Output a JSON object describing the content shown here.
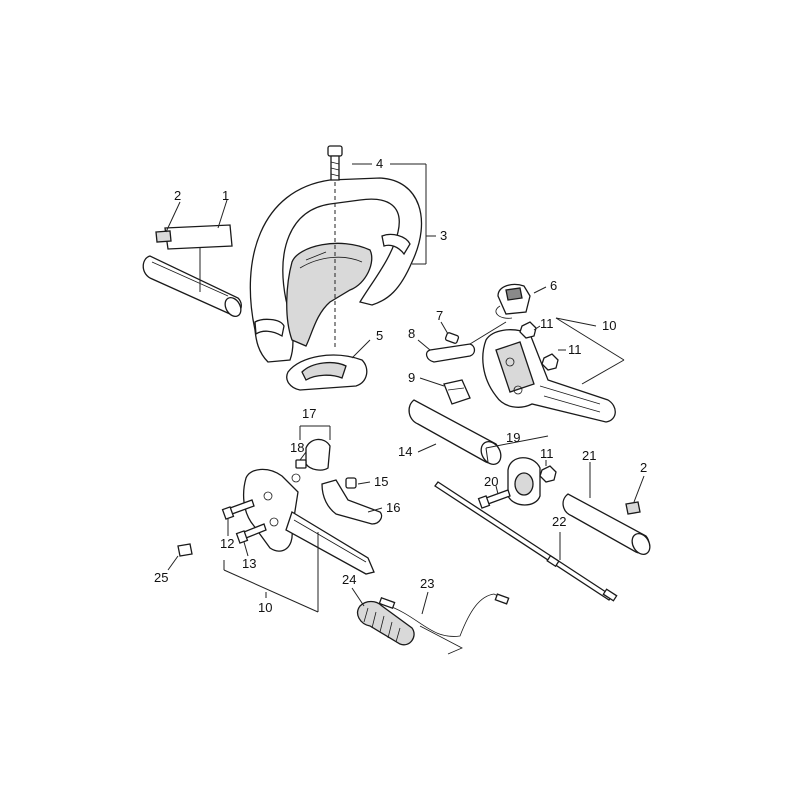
{
  "callouts": [
    {
      "id": "c1",
      "text": "1"
    },
    {
      "id": "c2a",
      "text": "2"
    },
    {
      "id": "c3",
      "text": "3"
    },
    {
      "id": "c4",
      "text": "4"
    },
    {
      "id": "c5",
      "text": "5"
    },
    {
      "id": "c6",
      "text": "6"
    },
    {
      "id": "c7",
      "text": "7"
    },
    {
      "id": "c8",
      "text": "8"
    },
    {
      "id": "c9",
      "text": "9"
    },
    {
      "id": "c10a",
      "text": "10"
    },
    {
      "id": "c11a",
      "text": "11"
    },
    {
      "id": "c11b",
      "text": "11"
    },
    {
      "id": "c11c",
      "text": "11"
    },
    {
      "id": "c12",
      "text": "12"
    },
    {
      "id": "c13",
      "text": "13"
    },
    {
      "id": "c14",
      "text": "14"
    },
    {
      "id": "c15",
      "text": "15"
    },
    {
      "id": "c16",
      "text": "16"
    },
    {
      "id": "c17",
      "text": "17"
    },
    {
      "id": "c18",
      "text": "18"
    },
    {
      "id": "c19",
      "text": "19"
    },
    {
      "id": "c20",
      "text": "20"
    },
    {
      "id": "c21",
      "text": "21"
    },
    {
      "id": "c2b",
      "text": "2"
    },
    {
      "id": "c22",
      "text": "22"
    },
    {
      "id": "c23",
      "text": "23"
    },
    {
      "id": "c24",
      "text": "24"
    },
    {
      "id": "c25",
      "text": "25"
    },
    {
      "id": "c10b",
      "text": "10"
    }
  ]
}
